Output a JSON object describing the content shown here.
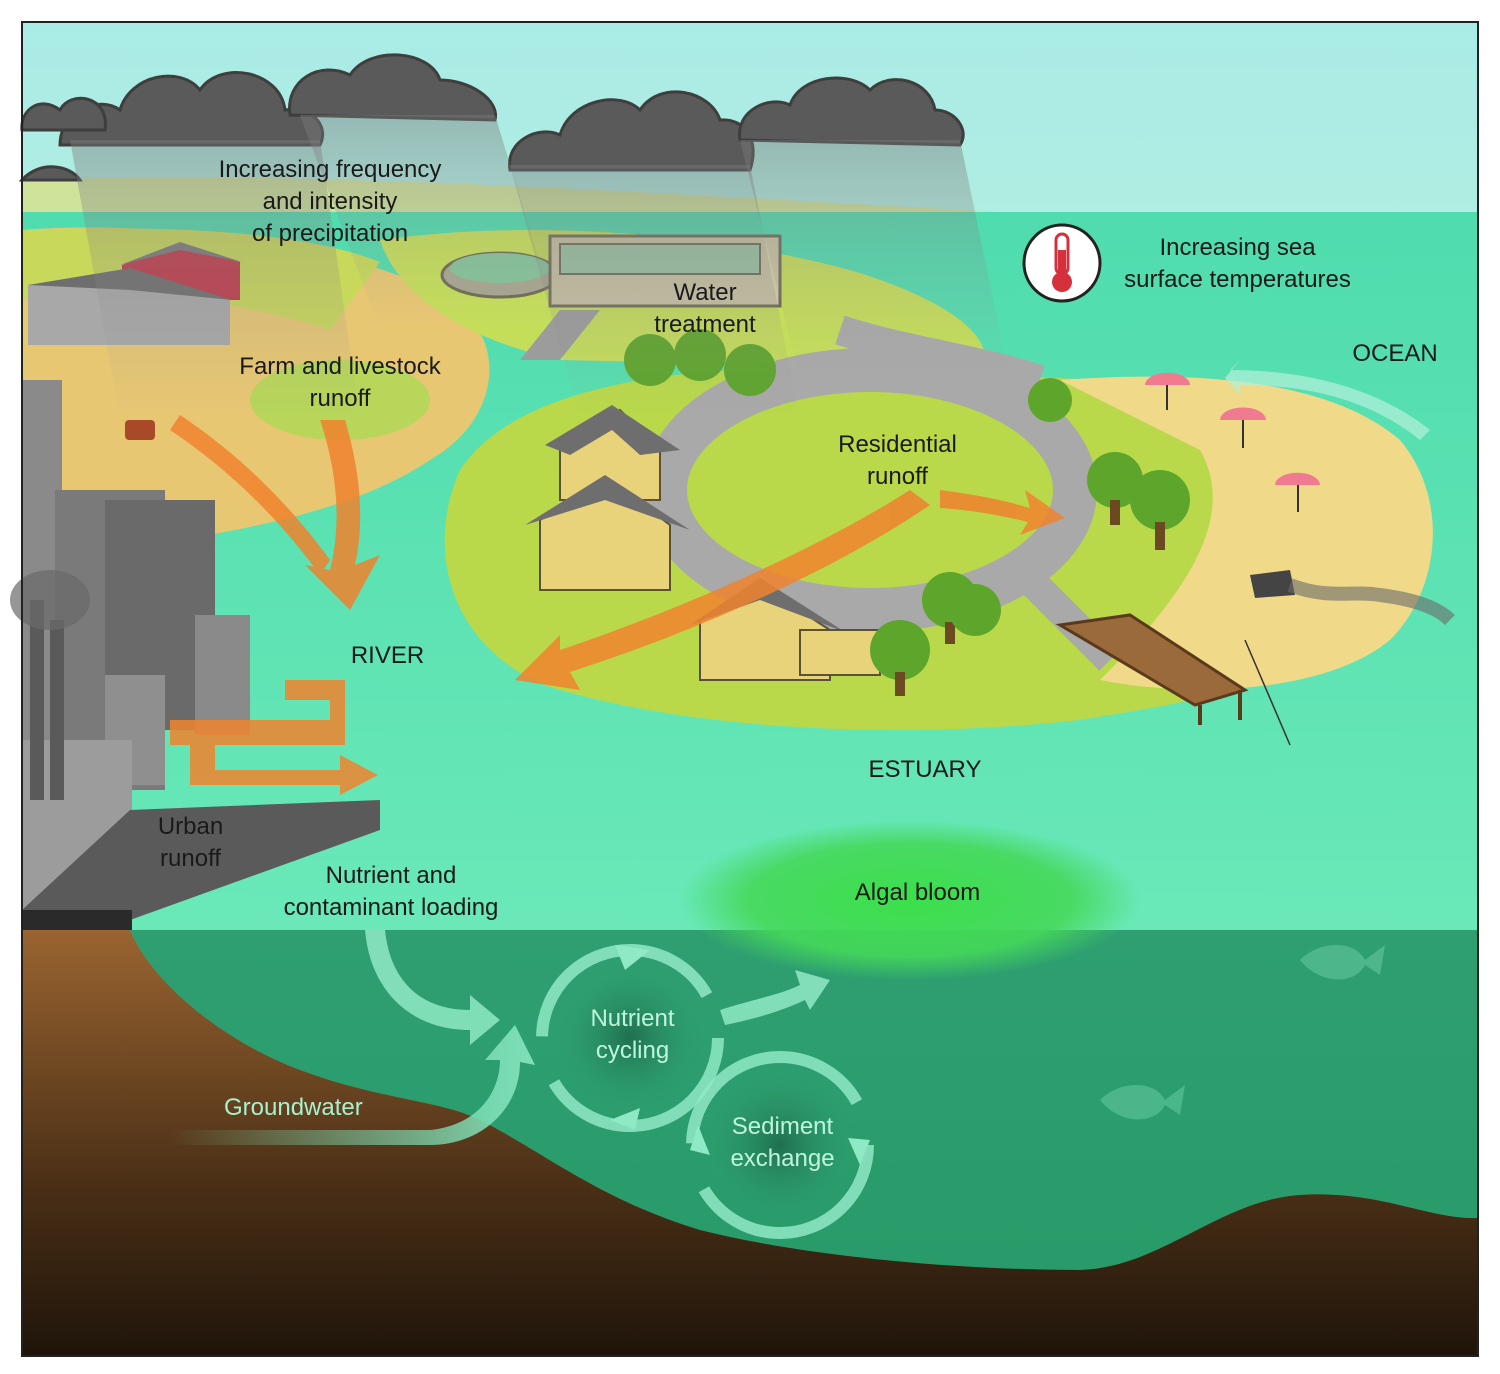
{
  "labels": {
    "precipitation": [
      "Increasing frequency",
      "and intensity",
      "of precipitation"
    ],
    "sea_temp": [
      "Increasing sea",
      "surface temperatures"
    ],
    "water_treatment": [
      "Water",
      "treatment"
    ],
    "ocean": "OCEAN",
    "farm_runoff": [
      "Farm and livestock",
      "runoff"
    ],
    "residential_runoff": [
      "Residential",
      "runoff"
    ],
    "river": "RIVER",
    "estuary": "ESTUARY",
    "urban_runoff": [
      "Urban",
      "runoff"
    ],
    "nutrient_loading": [
      "Nutrient and",
      "contaminant loading"
    ],
    "algal_bloom": "Algal bloom",
    "nutrient_cycling": [
      "Nutrient",
      "cycling"
    ],
    "sediment_exchange": [
      "Sediment",
      "exchange"
    ],
    "groundwater": "Groundwater"
  },
  "colors": {
    "sky": "#b9efe6",
    "water_surface": "#5ee0b0",
    "water_deep": "#2e9c6e",
    "land_green": "#b9d94a",
    "sand": "#f1d98a",
    "soil": "#8a5a2a",
    "runoff_arrow": "#f28a3a",
    "algae": "#3fd64a",
    "cloud": "#555555",
    "thermometer": "#d6303c"
  },
  "icons": [
    "cloud-icon",
    "thermometer-icon",
    "farm-icon",
    "factory-icon",
    "house-icon",
    "tree-icon",
    "umbrella-icon",
    "fish-icon",
    "pier-icon",
    "outfall-pipe-icon",
    "cycle-arrow-icon"
  ]
}
